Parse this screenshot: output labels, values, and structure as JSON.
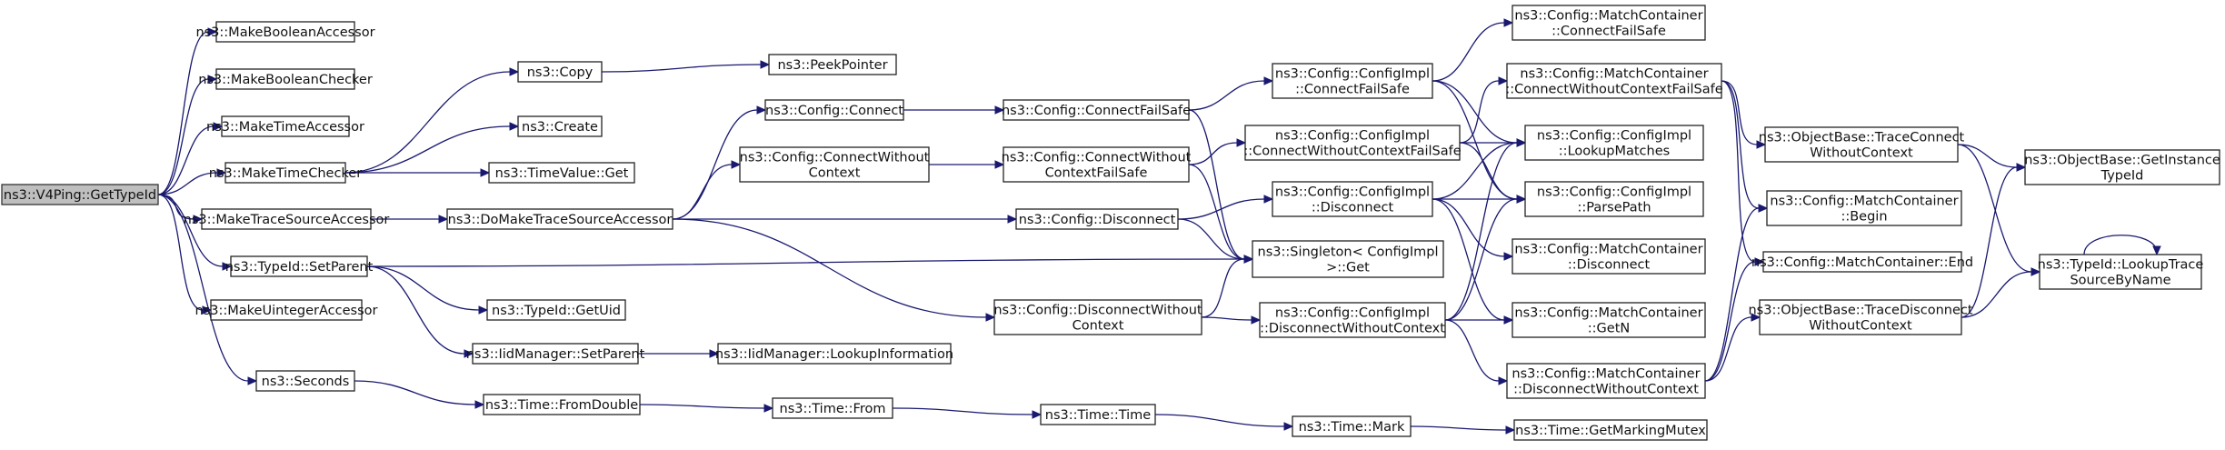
{
  "graph": {
    "edge_color": "#191970",
    "root_fill": "#bfbfbf",
    "nodes": [
      {
        "id": "root",
        "lines": [
          "ns3::V4Ping::GetTypeId"
        ]
      },
      {
        "id": "mkBoolAcc",
        "lines": [
          "ns3::MakeBooleanAccessor"
        ]
      },
      {
        "id": "mkBoolChk",
        "lines": [
          "ns3::MakeBooleanChecker"
        ]
      },
      {
        "id": "mkTimeAcc",
        "lines": [
          "ns3::MakeTimeAccessor"
        ]
      },
      {
        "id": "mkTimeChk",
        "lines": [
          "ns3::MakeTimeChecker"
        ]
      },
      {
        "id": "mkTrace",
        "lines": [
          "ns3::MakeTraceSourceAccessor"
        ]
      },
      {
        "id": "tidSetParent",
        "lines": [
          "ns3::TypeId::SetParent"
        ]
      },
      {
        "id": "mkUint",
        "lines": [
          "ns3::MakeUintegerAccessor"
        ]
      },
      {
        "id": "seconds",
        "lines": [
          "ns3::Seconds"
        ]
      },
      {
        "id": "copy",
        "lines": [
          "ns3::Copy"
        ]
      },
      {
        "id": "create",
        "lines": [
          "ns3::Create"
        ]
      },
      {
        "id": "tvGet",
        "lines": [
          "ns3::TimeValue::Get"
        ]
      },
      {
        "id": "doMkTrace",
        "lines": [
          "ns3::DoMakeTraceSourceAccessor"
        ]
      },
      {
        "id": "tidGetUid",
        "lines": [
          "ns3::TypeId::GetUid"
        ]
      },
      {
        "id": "iidSetParent",
        "lines": [
          "ns3::IidManager::SetParent"
        ]
      },
      {
        "id": "timeFromDouble",
        "lines": [
          "ns3::Time::FromDouble"
        ]
      },
      {
        "id": "peek",
        "lines": [
          "ns3::PeekPointer"
        ]
      },
      {
        "id": "cfgConnect",
        "lines": [
          "ns3::Config::Connect"
        ]
      },
      {
        "id": "cfgConnectWO",
        "lines": [
          "ns3::Config::ConnectWithout",
          "Context"
        ]
      },
      {
        "id": "iidLookup",
        "lines": [
          "ns3::IidManager::LookupInformation"
        ]
      },
      {
        "id": "timeFrom",
        "lines": [
          "ns3::Time::From"
        ]
      },
      {
        "id": "cfgConnectFS",
        "lines": [
          "ns3::Config::ConnectFailSafe"
        ]
      },
      {
        "id": "cfgConnectWOFS",
        "lines": [
          "ns3::Config::ConnectWithout",
          "ContextFailSafe"
        ]
      },
      {
        "id": "cfgDisconnect",
        "lines": [
          "ns3::Config::Disconnect"
        ]
      },
      {
        "id": "cfgDisconnectWO",
        "lines": [
          "ns3::Config::DisconnectWithout",
          "Context"
        ]
      },
      {
        "id": "timeTime",
        "lines": [
          "ns3::Time::Time"
        ]
      },
      {
        "id": "implConnectFS",
        "lines": [
          "ns3::Config::ConfigImpl",
          "::ConnectFailSafe"
        ]
      },
      {
        "id": "implConnectWOFS",
        "lines": [
          "ns3::Config::ConfigImpl",
          "::ConnectWithoutContextFailSafe"
        ]
      },
      {
        "id": "implDisconnect",
        "lines": [
          "ns3::Config::ConfigImpl",
          "::Disconnect"
        ]
      },
      {
        "id": "singletonGet",
        "lines": [
          "ns3::Singleton< ConfigImpl",
          " >::Get"
        ]
      },
      {
        "id": "implDisconnectWO",
        "lines": [
          "ns3::Config::ConfigImpl",
          "::DisconnectWithoutContext"
        ]
      },
      {
        "id": "timeMark",
        "lines": [
          "ns3::Time::Mark"
        ]
      },
      {
        "id": "mcConnectFS",
        "lines": [
          "ns3::Config::MatchContainer",
          "::ConnectFailSafe"
        ]
      },
      {
        "id": "mcConnectWOFS",
        "lines": [
          "ns3::Config::MatchContainer",
          "::ConnectWithoutContextFailSafe"
        ]
      },
      {
        "id": "implLookup",
        "lines": [
          "ns3::Config::ConfigImpl",
          "::LookupMatches"
        ]
      },
      {
        "id": "implParse",
        "lines": [
          "ns3::Config::ConfigImpl",
          "::ParsePath"
        ]
      },
      {
        "id": "mcDisconnect",
        "lines": [
          "ns3::Config::MatchContainer",
          "::Disconnect"
        ]
      },
      {
        "id": "mcGetN",
        "lines": [
          "ns3::Config::MatchContainer",
          "::GetN"
        ]
      },
      {
        "id": "mcDisconnectWO",
        "lines": [
          "ns3::Config::MatchContainer",
          "::DisconnectWithoutContext"
        ]
      },
      {
        "id": "getMarkingMutex",
        "lines": [
          "ns3::Time::GetMarkingMutex"
        ]
      },
      {
        "id": "obTraceConnectWO",
        "lines": [
          "ns3::ObjectBase::TraceConnect",
          "WithoutContext"
        ]
      },
      {
        "id": "mcBegin",
        "lines": [
          "ns3::Config::MatchContainer",
          "::Begin"
        ]
      },
      {
        "id": "mcEnd",
        "lines": [
          "ns3::Config::MatchContainer::End"
        ]
      },
      {
        "id": "obTraceDisconnectWO",
        "lines": [
          "ns3::ObjectBase::TraceDisconnect",
          "WithoutContext"
        ]
      },
      {
        "id": "obGetInstance",
        "lines": [
          "ns3::ObjectBase::GetInstance",
          "TypeId"
        ]
      },
      {
        "id": "tidLookupTrace",
        "lines": [
          "ns3::TypeId::LookupTrace",
          "SourceByName"
        ]
      }
    ],
    "edges": [
      [
        "root",
        "mkBoolAcc"
      ],
      [
        "root",
        "mkBoolChk"
      ],
      [
        "root",
        "mkTimeAcc"
      ],
      [
        "root",
        "mkTimeChk"
      ],
      [
        "root",
        "mkTrace"
      ],
      [
        "root",
        "tidSetParent"
      ],
      [
        "root",
        "mkUint"
      ],
      [
        "root",
        "seconds"
      ],
      [
        "mkTimeChk",
        "copy"
      ],
      [
        "mkTimeChk",
        "create"
      ],
      [
        "mkTimeChk",
        "tvGet"
      ],
      [
        "mkTrace",
        "doMkTrace"
      ],
      [
        "tidSetParent",
        "tidGetUid"
      ],
      [
        "tidSetParent",
        "iidSetParent"
      ],
      [
        "tidSetParent",
        "singletonGet"
      ],
      [
        "seconds",
        "timeFromDouble"
      ],
      [
        "copy",
        "peek"
      ],
      [
        "doMkTrace",
        "cfgConnect"
      ],
      [
        "doMkTrace",
        "cfgConnectWO"
      ],
      [
        "doMkTrace",
        "cfgDisconnect"
      ],
      [
        "doMkTrace",
        "cfgDisconnectWO"
      ],
      [
        "iidSetParent",
        "iidLookup"
      ],
      [
        "timeFromDouble",
        "timeFrom"
      ],
      [
        "cfgConnect",
        "cfgConnectFS"
      ],
      [
        "cfgConnectWO",
        "cfgConnectWOFS"
      ],
      [
        "timeFrom",
        "timeTime"
      ],
      [
        "cfgConnectFS",
        "implConnectFS"
      ],
      [
        "cfgConnectFS",
        "singletonGet"
      ],
      [
        "cfgConnectWOFS",
        "implConnectWOFS"
      ],
      [
        "cfgConnectWOFS",
        "singletonGet"
      ],
      [
        "cfgDisconnect",
        "implDisconnect"
      ],
      [
        "cfgDisconnect",
        "singletonGet"
      ],
      [
        "cfgDisconnectWO",
        "singletonGet"
      ],
      [
        "cfgDisconnectWO",
        "implDisconnectWO"
      ],
      [
        "timeTime",
        "timeMark"
      ],
      [
        "implConnectFS",
        "mcConnectFS"
      ],
      [
        "implConnectFS",
        "implLookup"
      ],
      [
        "implConnectFS",
        "implParse"
      ],
      [
        "implConnectWOFS",
        "mcConnectWOFS"
      ],
      [
        "implConnectWOFS",
        "implLookup"
      ],
      [
        "implConnectWOFS",
        "implParse"
      ],
      [
        "implDisconnect",
        "implLookup"
      ],
      [
        "implDisconnect",
        "implParse"
      ],
      [
        "implDisconnect",
        "mcDisconnect"
      ],
      [
        "implDisconnect",
        "mcGetN"
      ],
      [
        "implDisconnectWO",
        "implLookup"
      ],
      [
        "implDisconnectWO",
        "implParse"
      ],
      [
        "implDisconnectWO",
        "mcGetN"
      ],
      [
        "implDisconnectWO",
        "mcDisconnectWO"
      ],
      [
        "timeMark",
        "getMarkingMutex"
      ],
      [
        "mcConnectWOFS",
        "obTraceConnectWO"
      ],
      [
        "mcConnectWOFS",
        "mcBegin"
      ],
      [
        "mcConnectWOFS",
        "mcEnd"
      ],
      [
        "mcDisconnectWO",
        "mcBegin"
      ],
      [
        "mcDisconnectWO",
        "mcEnd"
      ],
      [
        "mcDisconnectWO",
        "obTraceDisconnectWO"
      ],
      [
        "obTraceConnectWO",
        "obGetInstance"
      ],
      [
        "obTraceConnectWO",
        "tidLookupTrace"
      ],
      [
        "obTraceDisconnectWO",
        "obGetInstance"
      ],
      [
        "obTraceDisconnectWO",
        "tidLookupTrace"
      ],
      [
        "tidLookupTrace",
        "tidLookupTrace"
      ]
    ]
  }
}
